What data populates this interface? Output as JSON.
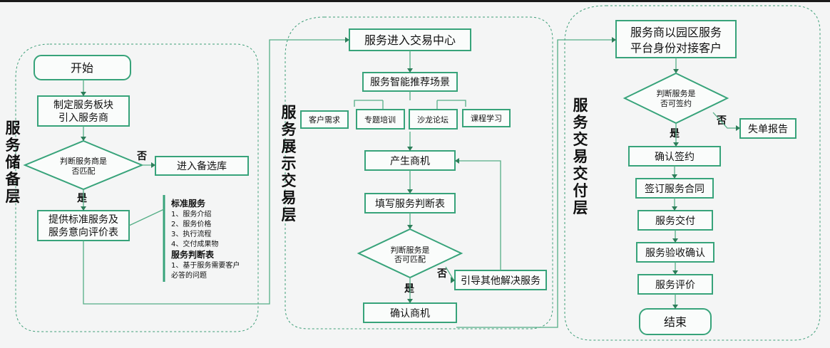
{
  "layers": {
    "storage": "服务储备层",
    "display": "服务展示交易层",
    "delivery": "服务交易交付层"
  },
  "storage": {
    "start": "开始",
    "define_line1": "制定服务板块",
    "define_line2": "引入服务商",
    "decision_line1": "判断服务商是",
    "decision_line2": "否匹配",
    "no": "否",
    "yes": "是",
    "backup": "进入备选库",
    "provide_line1": "提供标准服务及",
    "provide_line2": "服务意向评价表",
    "std_title": "标准服务",
    "std_items": [
      "1、服务介绍",
      "2、服务价格",
      "3、执行流程",
      "4、交付成果物"
    ],
    "judge_title": "服务判断表",
    "judge_items": [
      "1、基于服务需要客户",
      "必答的问题"
    ]
  },
  "display": {
    "enter": "服务进入交易中心",
    "recommend": "服务智能推荐场景",
    "scenes": [
      "客户需求",
      "专题培训",
      "沙龙论坛",
      "课程学习"
    ],
    "opportunity": "产生商机",
    "fill_form": "填写服务判断表",
    "decision_line1": "判断服务是",
    "decision_line2": "否可匹配",
    "no": "否",
    "yes": "是",
    "guide": "引导其他解决服务",
    "confirm": "确认商机"
  },
  "delivery": {
    "dock_line1": "服务商以园区服务",
    "dock_line2": "平台身份对接客户",
    "decision_line1": "判断服务是",
    "decision_line2": "否可签约",
    "no": "否",
    "yes": "是",
    "fail": "失单报告",
    "confirm_sign": "确认签约",
    "contract": "签订服务合同",
    "deliver": "服务交付",
    "accept": "服务验收确认",
    "evaluate": "服务评价",
    "end": "结束"
  }
}
